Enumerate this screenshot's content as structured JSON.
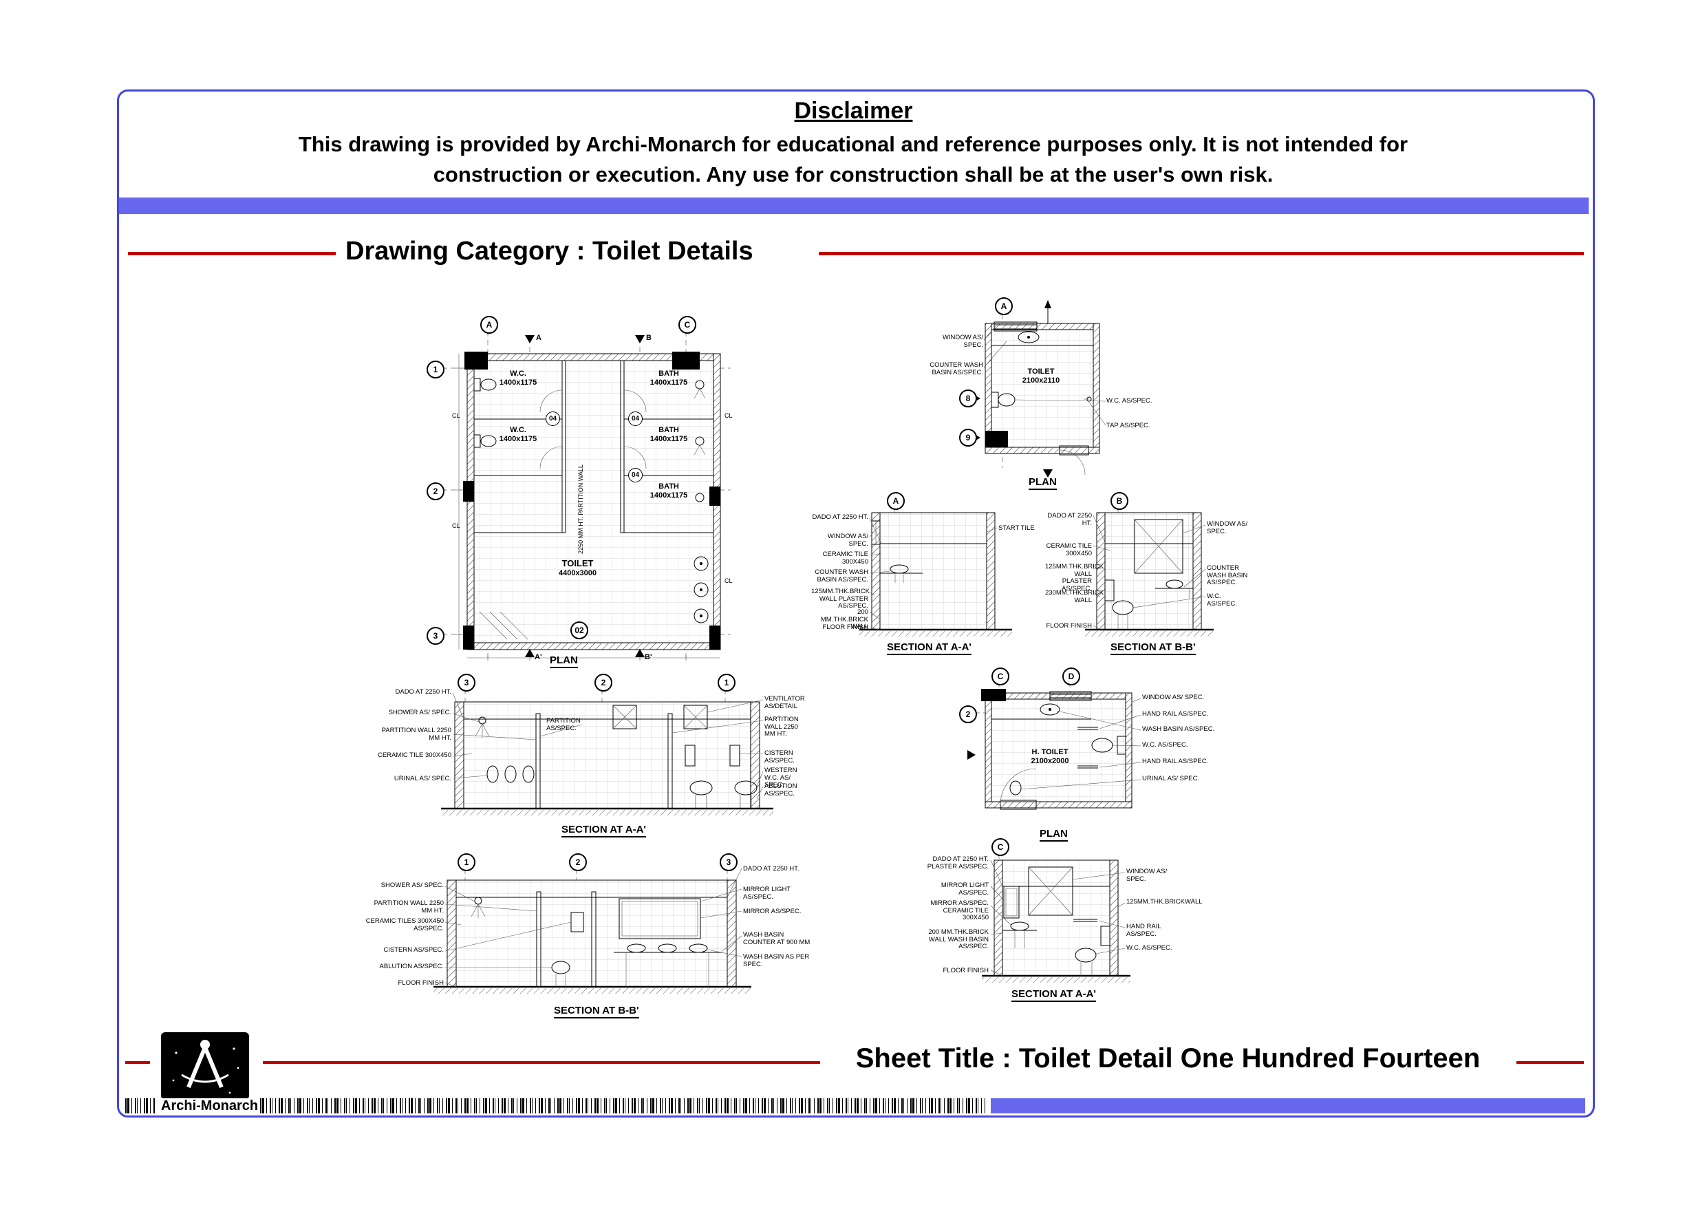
{
  "sheet": {
    "disclaimer": {
      "title": "Disclaimer",
      "line1": "This drawing is provided by Archi-Monarch for educational and reference purposes only. It is not intended for",
      "line2": "construction or execution. Any use for construction shall be at the user's own risk."
    },
    "category_title": "Drawing Category : Toilet Details",
    "sheet_title": "Sheet Title : Toilet Detail One Hundred Fourteen",
    "brand_name": "Archi-Monarch"
  },
  "colors": {
    "accent_bar": "#6868ef",
    "rule_red": "#c00000",
    "frame_blue": "#4646d8",
    "drawing_black": "#000000"
  },
  "panels": {
    "plan_main": {
      "caption": "PLAN",
      "room_name": "TOILET",
      "room_size": "4400x3000",
      "grid_cols": [
        "A",
        "C"
      ],
      "grid_rows": [
        "1",
        "2",
        "3"
      ],
      "section_cuts_top": [
        "A",
        "B"
      ],
      "section_cuts_bottom": [
        "A'",
        "B'"
      ],
      "cubicles": [
        {
          "name": "W.C.",
          "size": "1400x1175"
        },
        {
          "name": "W.C.",
          "size": "1400x1175"
        },
        {
          "name": "BATH",
          "size": "1400x1175"
        },
        {
          "name": "BATH",
          "size": "1400x1175"
        },
        {
          "name": "BATH",
          "size": "1400x1175"
        }
      ],
      "detail_bubbles": [
        "04",
        "04",
        "04",
        "02"
      ],
      "centerline_label": "CL",
      "partition_note": "2250 MM HT. PARTITION WALL"
    },
    "plan_corner": {
      "caption": "PLAN",
      "room_name": "TOILET",
      "room_size": "2100x2110",
      "grid_col": "A",
      "grid_rows": [
        "8",
        "9"
      ],
      "labels_left": [
        "WINDOW AS/ SPEC.",
        "COUNTER WASH BASIN AS/SPEC."
      ],
      "labels_right": [
        "W.C. AS/SPEC.",
        "TAP AS/SPEC."
      ]
    },
    "section_aa_upper": {
      "caption": "SECTION AT A-A'",
      "grid_col": "A",
      "labels_left": [
        "DADO AT 2250 HT.",
        "WINDOW AS/ SPEC.",
        "CERAMIC TILE 300X450",
        "COUNTER WASH BASIN AS/SPEC.",
        "125MM.THK.BRICK WALL PLASTER AS/SPEC.",
        "200 MM.THK.BRICK WALL",
        "FLOOR FINISH"
      ],
      "labels_right": [
        "START TILE"
      ]
    },
    "section_bb_upper": {
      "caption": "SECTION AT B-B'",
      "grid_col": "B",
      "labels_left": [
        "DADO AT 2250 HT.",
        "CERAMIC TILE 300X450",
        "125MM.THK.BRICK WALL PLASTER AS/SPEC.",
        "230MM.THK.BRICK WALL",
        "FLOOR FINISH"
      ],
      "labels_right": [
        "WINDOW AS/ SPEC.",
        "COUNTER WASH BASIN AS/SPEC.",
        "W.C. AS/SPEC."
      ]
    },
    "section_aa_mid": {
      "caption": "SECTION AT A-A'",
      "grid_cols": [
        "3",
        "2",
        "1"
      ],
      "labels_left": [
        "DADO AT 2250 HT.",
        "SHOWER AS/ SPEC.",
        "PARTITION WALL 2250 MM HT.",
        "CERAMIC TILE 300X450",
        "URINAL AS/ SPEC."
      ],
      "label_mid": "PARTITION AS/SPEC.",
      "labels_right": [
        "VENTILATOR AS/DETAIL",
        "PARTITION WALL 2250 MM HT.",
        "CISTERN AS/SPEC.",
        "WESTERN W.C. AS/ SPEC.",
        "ABLUTION AS/SPEC."
      ]
    },
    "plan_handicap": {
      "caption": "PLAN",
      "room_name": "H. TOILET",
      "room_size": "2100x2000",
      "grid_cols": [
        "C",
        "D"
      ],
      "grid_row": "2",
      "labels_right": [
        "WINDOW AS/ SPEC.",
        "HAND RAIL AS/SPEC.",
        "WASH BASIN AS/SPEC.",
        "W.C. AS/SPEC.",
        "HAND RAIL AS/SPEC.",
        "URINAL AS/ SPEC."
      ]
    },
    "section_bb_lower": {
      "caption": "SECTION AT B-B'",
      "grid_cols": [
        "1",
        "2",
        "3"
      ],
      "labels_left": [
        "SHOWER AS/ SPEC.",
        "PARTITION WALL 2250 MM HT.",
        "CERAMIC TILES 300X450 AS/SPEC.",
        "CISTERN AS/SPEC.",
        "ABLUTION AS/SPEC.",
        "FLOOR FINISH"
      ],
      "labels_right": [
        "DADO AT 2250 HT.",
        "MIRROR LIGHT AS/SPEC.",
        "MIRROR AS/SPEC.",
        "WASH BASIN COUNTER AT 900 MM",
        "WASH BASIN AS PER SPEC."
      ]
    },
    "section_aa_lower": {
      "caption": "SECTION AT A-A'",
      "grid_col": "C",
      "labels_left": [
        "DADO AT 2250 HT. PLASTER AS/SPEC.",
        "MIRROR LIGHT AS/SPEC.",
        "MIRROR AS/SPEC. CERAMIC TILE 300X450",
        "200 MM.THK.BRICK WALL WASH BASIN AS/SPEC.",
        "FLOOR FINISH"
      ],
      "labels_right": [
        "WINDOW AS/ SPEC.",
        "125MM.THK.BRICKWALL",
        "HAND RAIL AS/SPEC.",
        "W.C. AS/SPEC."
      ]
    }
  }
}
